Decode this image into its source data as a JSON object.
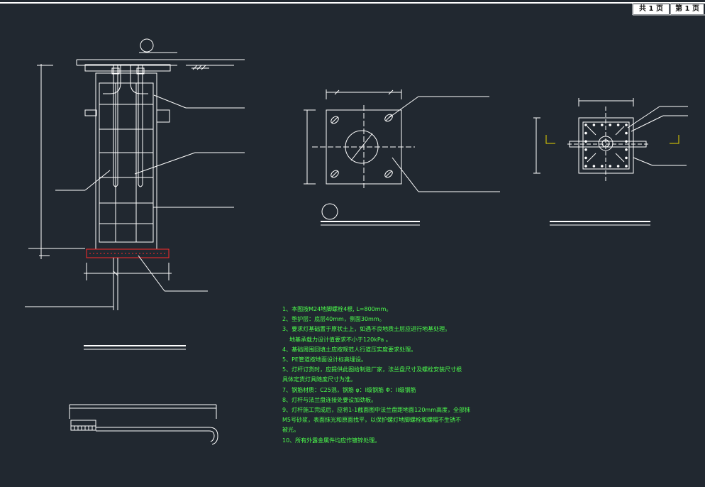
{
  "title_block": {
    "total_pages": "共 1 页",
    "page_no": "第 1 页"
  },
  "notes": [
    "1、本图按M24地脚螺栓4根, L=800mm。",
    "2、垫护层：底层40mm，侧面30mm。",
    "3、要求灯基础置于原状土上，如遇不良地质土层应进行地基处理。",
    "    地基承载力设计值要求不小于120kPa 。",
    "4、基础周围回填土应按规范人行道压实度要求处理。",
    "5、PE管道按地面设计标高埋设。",
    "5、灯杆订货时，应提供此图给制造厂家，法兰盘尺寸及螺栓安装尺寸根",
    "具体定货灯具随度尺寸为准。",
    "7、钢筋材质：C25混，钢筋 φ：I级钢筋  Φ：II级钢筋",
    "8、灯杆与法兰盘连接处要设加劲板。",
    "9、灯杆施工完成后，应将1-1截面图中法兰盘距地面120mm高度，全部抹",
    "M5号砂浆，表面抹光和原面找平，以保护螺灯地脚螺栓和螺帽不生锈不",
    "被光。",
    "10、所有外露金属件均应作镀锌处理。"
  ]
}
